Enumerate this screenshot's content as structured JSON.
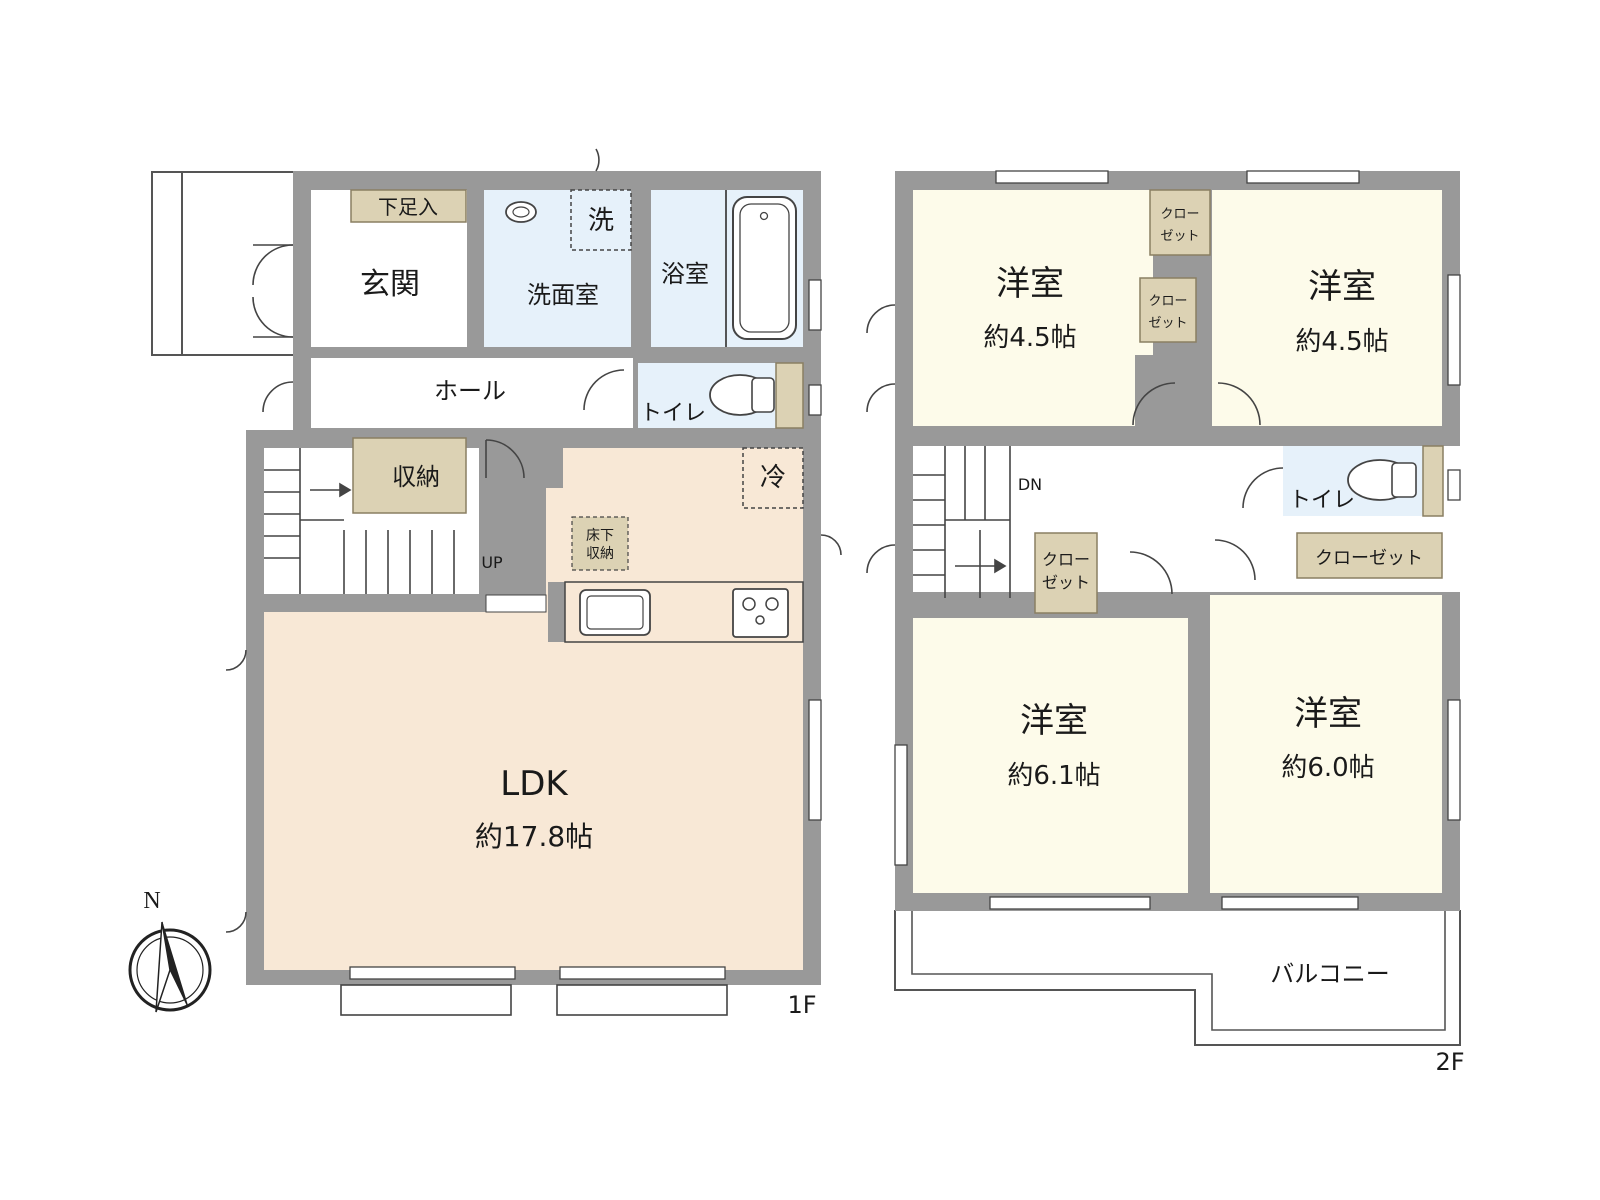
{
  "floor1": {
    "floor_label": "1F",
    "rooms": {
      "genkan": "玄関",
      "shoe_storage": "下足入",
      "senmenjo": "洗面室",
      "sentaku": "洗",
      "yokushitsu": "浴室",
      "hall": "ホール",
      "toilet": "トイレ",
      "shuno": "収納",
      "refrigerator": "冷",
      "underfloor_line1": "床下",
      "underfloor_line2": "収納",
      "stairs_up": "UP",
      "ldk_name": "LDK",
      "ldk_size": "約17.8帖"
    }
  },
  "floor2": {
    "floor_label": "2F",
    "rooms": {
      "room_nw_name": "洋室",
      "room_nw_size": "約4.5帖",
      "room_ne_name": "洋室",
      "room_ne_size": "約4.5帖",
      "room_sw_name": "洋室",
      "room_sw_size": "約6.1帖",
      "room_se_name": "洋室",
      "room_se_size": "約6.0帖",
      "closet_small_a_1": "クロー",
      "closet_small_a_2": "ゼット",
      "closet_small_b_1": "クロー",
      "closet_small_b_2": "ゼット",
      "closet_mid_1": "クロー",
      "closet_mid_2": "ゼット",
      "closet_large": "クローゼット",
      "toilet": "トイレ",
      "stairs_down": "DN",
      "balcony": "バルコニー"
    }
  },
  "compass_label": "N",
  "colors": {
    "wall": "#999999",
    "ldk_floor": "#f8e8d6",
    "wet_area": "#e6f1fa",
    "bedroom_floor": "#fdfbea",
    "storage": "#dcd2b4",
    "white": "#ffffff"
  }
}
